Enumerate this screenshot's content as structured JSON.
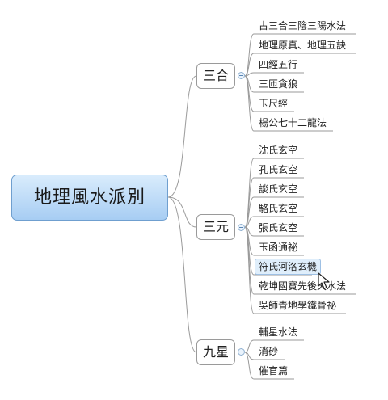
{
  "root": {
    "label": "地理風水派別"
  },
  "branches": [
    {
      "label": "三合",
      "children": [
        "古三合三陰三陽水法",
        "地理原真、地理五訣",
        "四經五行",
        "三匝貪狼",
        "玉尺經",
        "楊公七十二龍法"
      ]
    },
    {
      "label": "三元",
      "children": [
        "沈氏玄空",
        "孔氏玄空",
        "談氏玄空",
        "駱氏玄空",
        "張氏玄空",
        "玉函通祕",
        "符氏河洛玄機",
        "乾坤國寶先後天水法",
        "吳師青地學鐵骨祕"
      ]
    },
    {
      "label": "九星",
      "children": [
        "輔星水法",
        "消砂",
        "催官篇"
      ]
    }
  ],
  "selected_topic": "符氏河洛玄機",
  "colors": {
    "root_fill_top": "#d9ecfc",
    "root_fill_bottom": "#a7cdf3",
    "root_border": "#6f9fcf",
    "connector": "#9a9a9a",
    "selection": "#dfeefb"
  }
}
